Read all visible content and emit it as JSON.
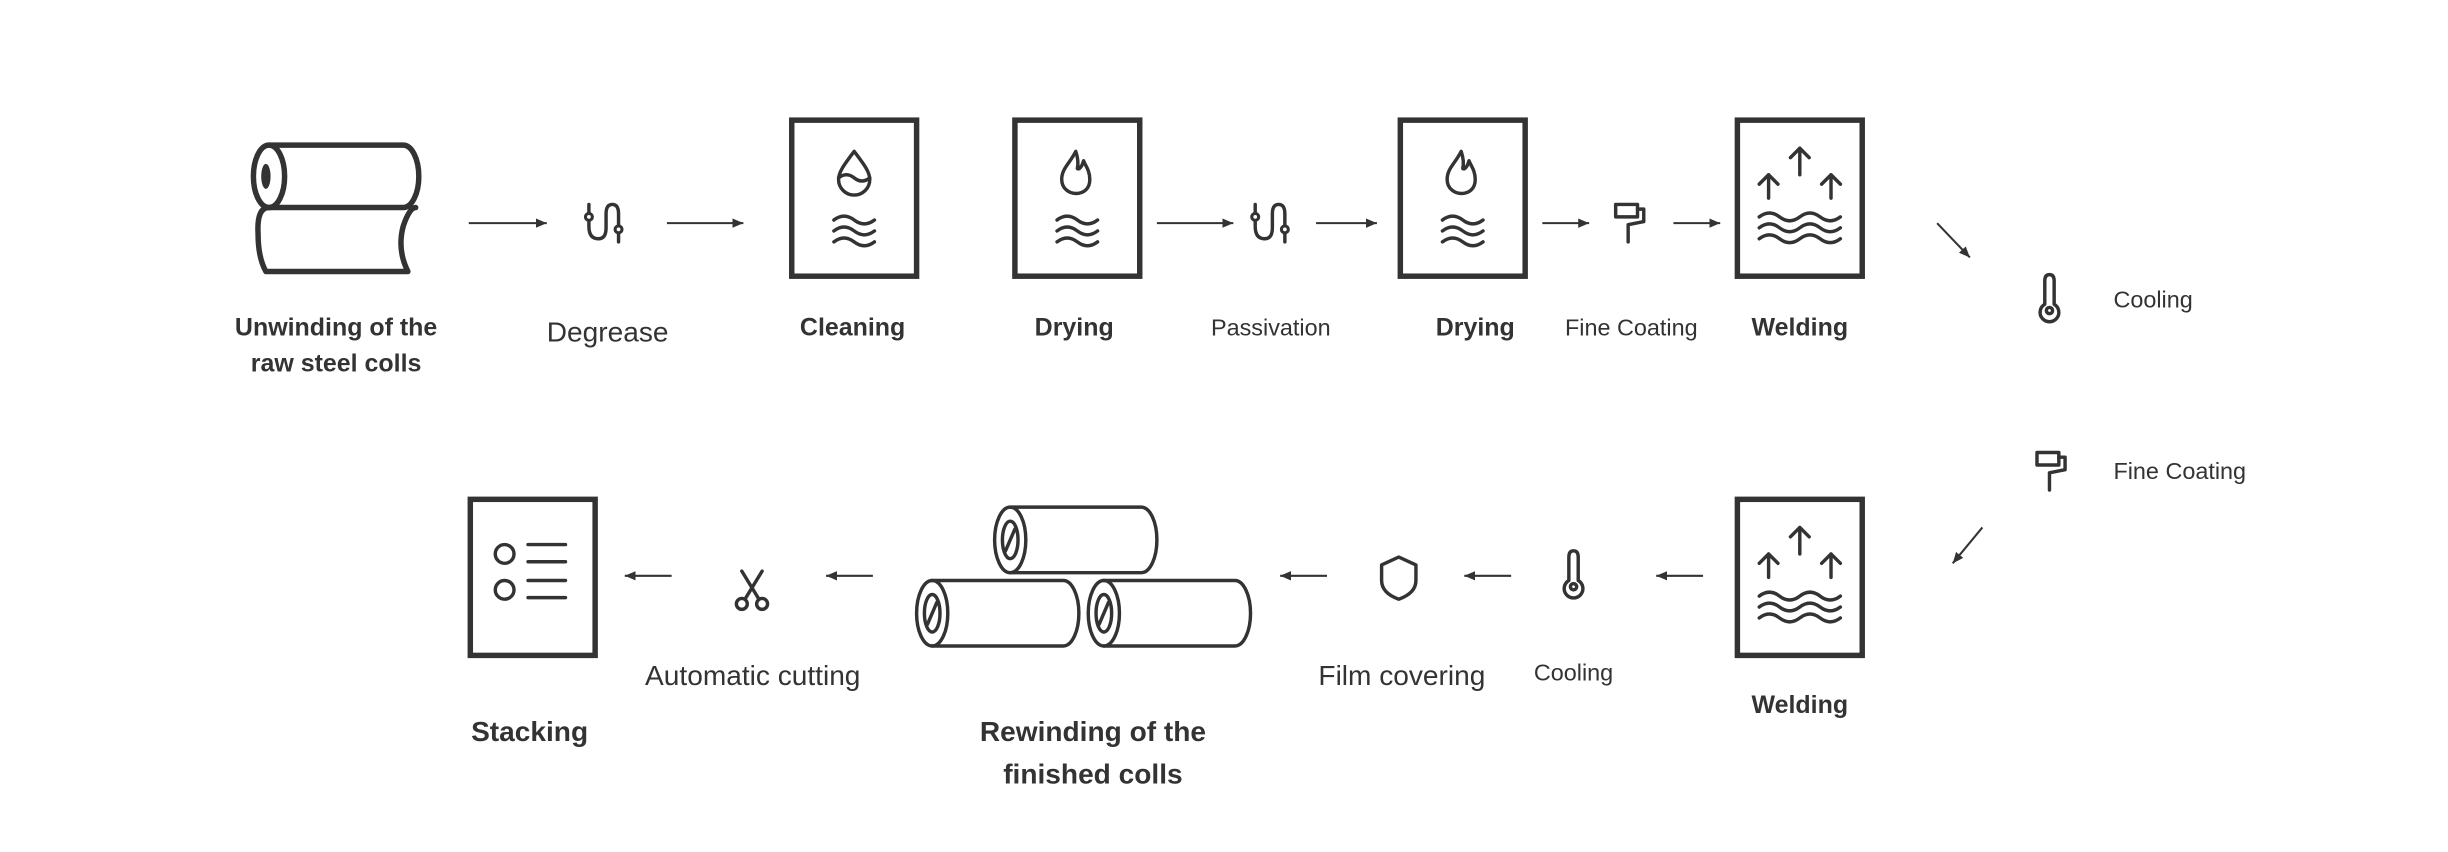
{
  "colors": {
    "ink": "#333333",
    "background": "#ffffff"
  },
  "row1": [
    {
      "icon": "steel-coil-icon",
      "label_lines": [
        "Unwinding of the",
        "raw steel colls"
      ]
    },
    {
      "icon": "pipe-icon",
      "label": "Degrease"
    },
    {
      "icon": "water-drop-box-icon",
      "label": "Cleaning"
    },
    {
      "icon": "flame-box-icon",
      "label": "Drying"
    },
    {
      "icon": "pipe-icon",
      "label": "Passivation"
    },
    {
      "icon": "flame-box-icon",
      "label": "Drying"
    },
    {
      "icon": "paint-roller-icon",
      "label": "Fine Coating"
    },
    {
      "icon": "heat-waves-box-icon",
      "label": "Welding"
    }
  ],
  "side": [
    {
      "icon": "thermometer-icon",
      "label": "Cooling"
    },
    {
      "icon": "paint-roller-icon",
      "label": "Fine Coating"
    }
  ],
  "row2": [
    {
      "icon": "heat-waves-box-icon",
      "label": "Welding"
    },
    {
      "icon": "thermometer-icon",
      "label": "Cooling"
    },
    {
      "icon": "shield-icon",
      "label": "Film covering"
    },
    {
      "icon": "stacked-coils-icon",
      "label_lines": [
        "Rewinding of the",
        "finished colls"
      ]
    },
    {
      "icon": "scissors-icon",
      "label": "Automatic cutting"
    },
    {
      "icon": "list-box-icon",
      "label": "Stacking"
    }
  ]
}
